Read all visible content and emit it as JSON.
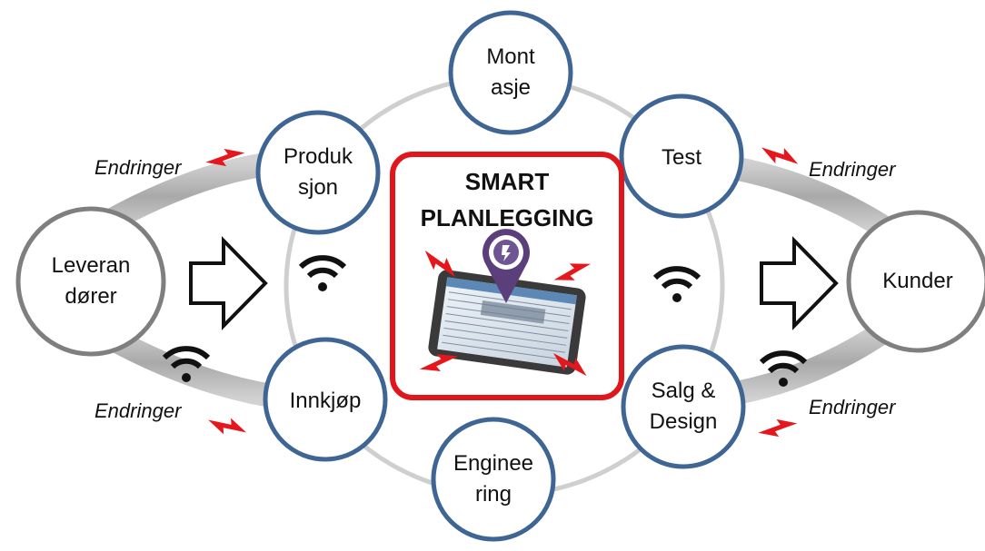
{
  "center": {
    "title_line1": "SMART",
    "title_line2": "PLANLEGGING"
  },
  "nodes": {
    "leverandorer": {
      "line1": "Leveran",
      "line2": "dører"
    },
    "kunder": {
      "line1": "Kunder"
    },
    "montasje": {
      "line1": "Mont",
      "line2": "asje"
    },
    "produksjon": {
      "line1": "Produk",
      "line2": "sjon"
    },
    "test": {
      "line1": "Test"
    },
    "innkjop": {
      "line1": "Innkjøp"
    },
    "salg_design": {
      "line1": "Salg &",
      "line2": "Design"
    },
    "engineering": {
      "line1": "Enginee",
      "line2": "ring"
    }
  },
  "changes_label": "Endringer",
  "colors": {
    "node_border": "#3e6593",
    "end_node_border": "#7f7f7f",
    "center_border": "#e0161b",
    "ring": "#c8c8c8",
    "band": "#b4b4b4",
    "lightning": "#e5171d"
  }
}
